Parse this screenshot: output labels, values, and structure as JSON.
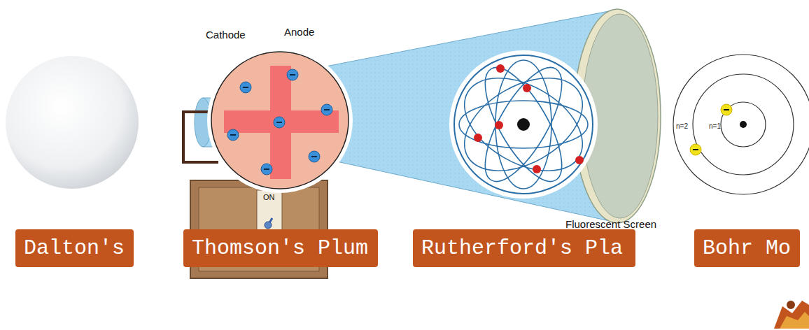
{
  "diagram": {
    "nodes": [
      {
        "text": [
          "Dalton's"
        ]
      },
      {
        "text": [
          "Thomson's Plum"
        ]
      },
      {
        "text": [
          "Rutherford's Pla"
        ]
      },
      {
        "text": [
          "Bohr Mo"
        ]
      }
    ],
    "labels": [
      "Cathode",
      "Anode",
      "ON",
      "Fluorescent Screen",
      "n=2",
      "n=1"
    ]
  }
}
